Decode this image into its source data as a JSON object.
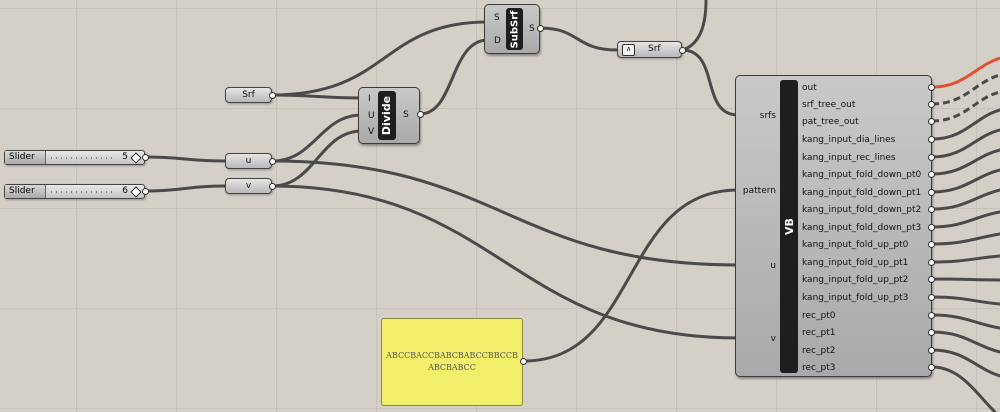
{
  "sliders": [
    {
      "name": "Slider",
      "value": "5"
    },
    {
      "name": "Slider",
      "value": "6"
    }
  ],
  "params": {
    "srf": "Srf",
    "u": "u",
    "v": "v",
    "srf_out": "Srf"
  },
  "divide": {
    "nickname": "Divide",
    "inputs": [
      "I",
      "U",
      "V"
    ],
    "output": "S"
  },
  "subsrf": {
    "nickname": "SubSrf",
    "inputs": [
      "S",
      "D"
    ],
    "output": "S"
  },
  "vb": {
    "nickname": "VB",
    "inputs": [
      "srfs",
      "pattern",
      "u",
      "v"
    ],
    "outputs": [
      "out",
      "srf_tree_out",
      "pat_tree_out",
      "kang_input_dia_lines",
      "kang_input_rec_lines",
      "kang_input_fold_down_pt0",
      "kang_input_fold_down_pt1",
      "kang_input_fold_down_pt2",
      "kang_input_fold_down_pt3",
      "kang_input_fold_up_pt0",
      "kang_input_fold_up_pt1",
      "kang_input_fold_up_pt2",
      "kang_input_fold_up_pt3",
      "rec_pt0",
      "rec_pt1",
      "rec_pt2",
      "rec_pt3"
    ]
  },
  "panel": {
    "text": "ABCCBACCBABCBABCCBBCCB ABCBABCC"
  },
  "colors": {
    "canvas": "#d4d0c8",
    "wire": "#4a4a4a",
    "selected_wire": "#e05030",
    "panel": "#f2f06a"
  }
}
